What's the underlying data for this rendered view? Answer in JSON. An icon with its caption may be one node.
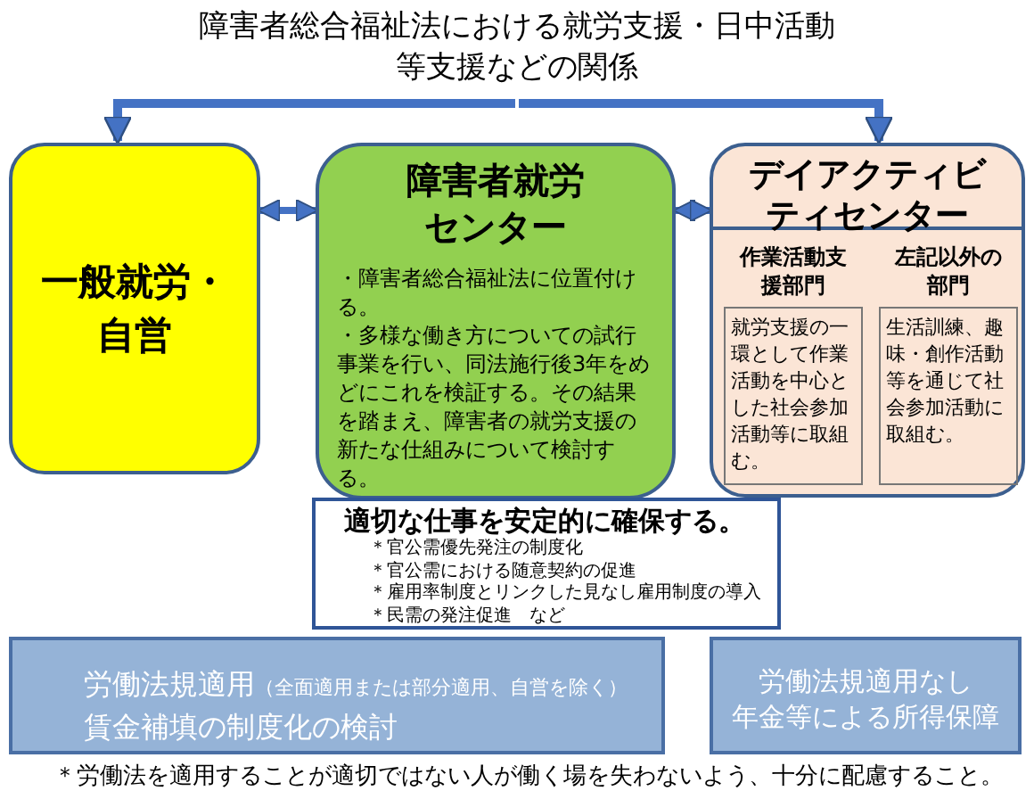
{
  "diagram": {
    "title": "障害者総合福祉法における就労支援・日中活動等支援などの関係",
    "nodes": [
      {
        "text": [
          "一般就労・自営"
        ]
      },
      {
        "text": [
          "障害者就労センター",
          "・障害者総合福祉法に位置付ける。",
          "・多様な働き方についての試行事業を行い、同法施行後3年をめどにこれを検証する。その結果を踏まえ、障害者の就労支援の新たな仕組みについて検討する。"
        ]
      },
      {
        "text": [
          "デイアクティビティセンター"
        ]
      },
      {
        "text": [
          "作業活動支援部門",
          "就労支援の一環として作業活動を中心とした社会参加活動等に取組む。"
        ],
        "in": 2
      },
      {
        "text": [
          "左記以外の部門",
          "生活訓練、趣味・創作活動等を通じて社会参加活動に取組む。"
        ],
        "in": 2
      },
      {
        "text": [
          "適切な仕事を安定的に確保する。",
          "＊官公需優先発注の制度化",
          "＊官公需における随意契約の促進",
          "＊雇用率制度とリンクした見なし雇用制度の導入",
          "＊民需の発注促進　など"
        ]
      },
      {
        "text": [
          "労働法規適用",
          "（全面適用または部分適用、自営を除く）",
          "賃金補填の制度化の検討"
        ]
      },
      {
        "text": [
          "労働法規適用なし",
          "年金等による所得保障"
        ]
      }
    ],
    "edges": [
      {
        "from": null,
        "to": 0,
        "arrow": "to"
      },
      {
        "from": null,
        "to": 2,
        "arrow": "to"
      },
      {
        "from": 0,
        "to": 1,
        "arrow": "both"
      },
      {
        "from": 1,
        "to": 2,
        "arrow": "both"
      }
    ],
    "labels": [
      "＊労働法を適用することが適切ではない人が働く場を失わないよう、十分に配慮すること。"
    ]
  }
}
